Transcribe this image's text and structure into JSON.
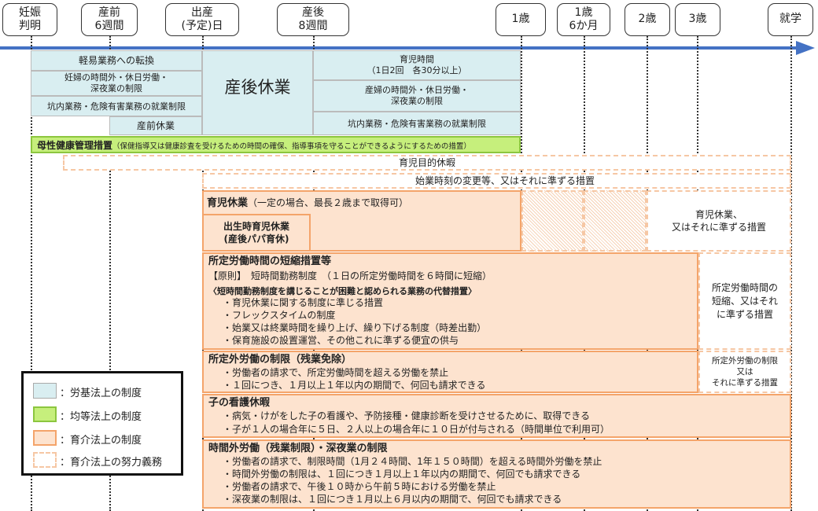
{
  "timeline": {
    "markers": [
      [
        "妊娠",
        "判明"
      ],
      [
        "産前",
        "6週間"
      ],
      [
        "出産",
        "(予定)日"
      ],
      [
        "産後",
        "8週間"
      ],
      [
        "1歳"
      ],
      [
        "1歳",
        "6か月"
      ],
      [
        "2歳"
      ],
      [
        "3歳"
      ],
      [
        "就学"
      ]
    ]
  },
  "blocks": {
    "keii": "軽易業務への転換",
    "ninpu_overtime": [
      "妊婦の時間外・休日労働・",
      "深夜業の制限"
    ],
    "kounai_pre": "坑内業務・危険有害業務の就業制限",
    "sanzen": "産前休業",
    "sango": "産後休業",
    "ikuji_jikan": [
      "育児時間",
      "（1日2回　各30分以上）"
    ],
    "sanpu_overtime": [
      "産婦の時間外・休日労働・",
      "深夜業の制限"
    ],
    "kounai_post": "坑内業務・危険有害業務の就業制限",
    "bosei_title": "母性健康管理措置",
    "bosei_note": "（保健指導又は健康診査を受けるための時間の確保、指導事項を守ることができるようにするための措置）",
    "ikuji_mokuteki": "育児目的休暇",
    "shigyo": "始業時刻の変更等、又はそれに準ずる措置",
    "ikuji_kyugyo_title": "育児休業",
    "ikuji_kyugyo_note": "（一定の場合、最長２歳まで取得可）",
    "papa": [
      "出生時育児休業",
      "(産後パパ育休)"
    ],
    "ikuji_kyugyo_side": [
      "育児休業、",
      "又はそれに準ずる措置"
    ],
    "tanshuku_title": "所定労働時間の短縮措置等",
    "tanshuku_principle": "【原則】　短時間勤務制度　（１日の所定労働時間を６時間に短縮）",
    "tanshuku_alt": "〈短時間勤務制度を講じることが困難と認められる業務の代替措置〉",
    "tanshuku_items": [
      "・育児休業に関する制度に準じる措置",
      "・フレックスタイムの制度",
      "・始業又は終業時間を繰り上げ、繰り下げる制度（時差出勤）",
      "・保育施設の設置運営、その他これに準ずる便宜の供与"
    ],
    "tanshuku_side": [
      "所定労働時間の",
      "短縮、又はそれ",
      "に準ずる措置"
    ],
    "shoteigai_title": "所定外労働の制限（残業免除）",
    "shoteigai_items": [
      "・労働者の請求で、所定労働時間を超える労働を禁止",
      "・１回につき、１月以上１年以内の期間で、何回も請求できる"
    ],
    "shoteigai_side": [
      "所定外労働の制限",
      "又は",
      "それに準ずる措置"
    ],
    "kango_title": "子の看護休暇",
    "kango_items": [
      "・病気・けがをした子の看護や、予防接種・健康診断を受けさせるために、取得できる",
      "・子が１人の場合年に５日、２人以上の場合年に１０日が付与される（時間単位で利用可）"
    ],
    "jikangai_title": "時間外労働（残業制限）・深夜業の制限",
    "jikangai_items": [
      "・労働者の請求で、制限時間（1月２４時間、1年１５０時間）を超える時間外労働を禁止",
      "・時間外労働の制限は、１回につき１月以上１年以内の期間で、何回でも請求できる",
      "・労働者の請求で、午後１０時から午前５時における労働を禁止",
      "・深夜業の制限は、１回につき１月以上６月以内の期間で、何回でも請求できる"
    ]
  },
  "legend": {
    "items": [
      "：労基法上の制度",
      "：均等法上の制度",
      "：育介法上の制度",
      "：育介法上の努力義務"
    ],
    "colors": [
      "#d9eef1",
      "#c6ef7c",
      "#fde3cf",
      "#ffffff"
    ]
  },
  "colors": {
    "arrow": "#4472c4",
    "labor": "#d9eef1",
    "equal": "#c6ef7c",
    "ikukai": "#fde3cf",
    "ikukai_border": "#f4a46a"
  }
}
